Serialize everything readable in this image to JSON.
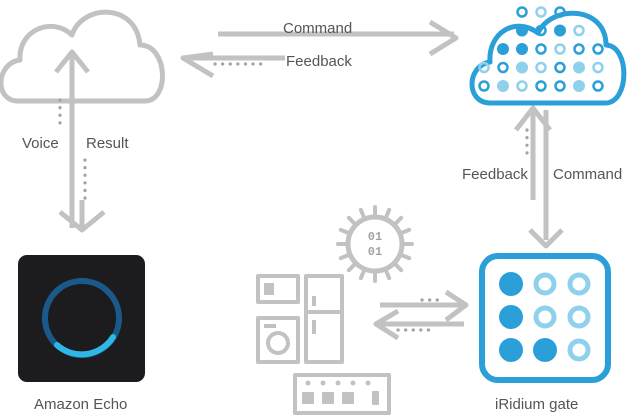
{
  "labels": {
    "command_top": "Command",
    "feedback_top": "Feedback",
    "voice": "Voice",
    "result": "Result",
    "feedback_right": "Feedback",
    "command_right": "Command",
    "amazon_echo": "Amazon Echo",
    "iridium_gate": "iRidium gate"
  },
  "binary_chip": {
    "row1": "01",
    "row2": "01"
  },
  "colors": {
    "gray": "#c2c2c2",
    "dots": "#a3a3a3",
    "text": "#555555",
    "blue_dark": "#2b9fd8",
    "blue_light": "#8fd0ec",
    "echo_bg": "#1c1c1e"
  },
  "icons": [
    "amazon-cloud-icon",
    "iridium-cloud-icon",
    "amazon-echo-icon",
    "iridium-gate-icon",
    "processor-chip-icon",
    "appliances-icon"
  ]
}
